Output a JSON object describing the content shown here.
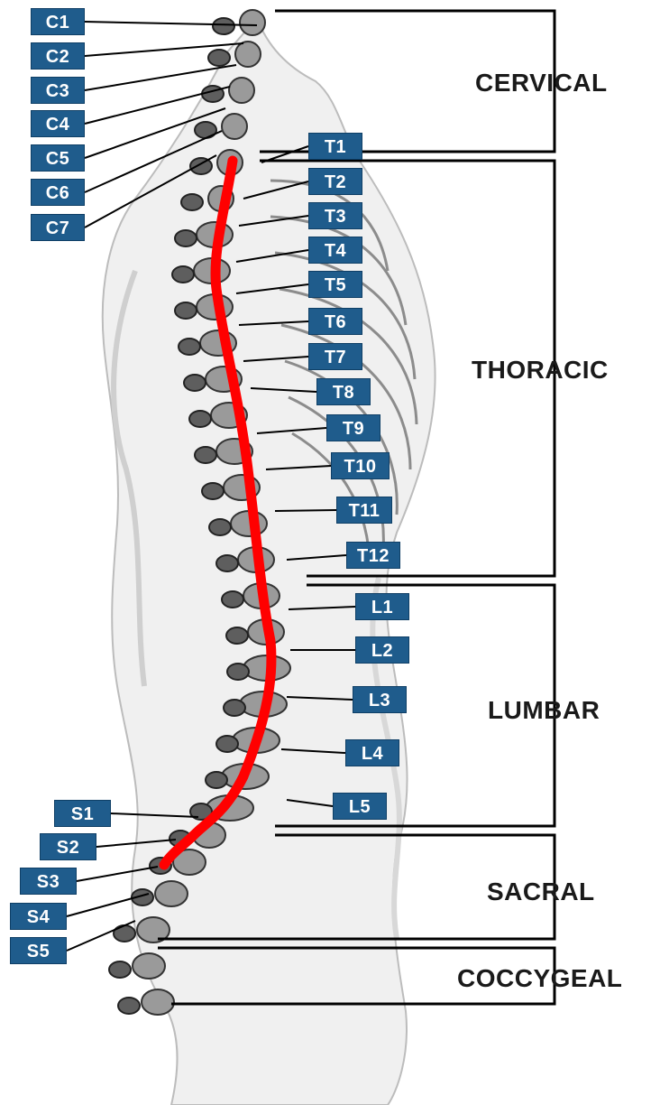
{
  "labels": {
    "cervical": [
      "C1",
      "C2",
      "C3",
      "C4",
      "C5",
      "C6",
      "C7"
    ],
    "thoracic": [
      "T1",
      "T2",
      "T3",
      "T4",
      "T5",
      "T6",
      "T7",
      "T8",
      "T9",
      "T10",
      "T11",
      "T12"
    ],
    "lumbar": [
      "L1",
      "L2",
      "L3",
      "L4",
      "L5"
    ],
    "sacral": [
      "S1",
      "S2",
      "S3",
      "S4",
      "S5"
    ]
  },
  "regions": {
    "cervical": "CERVICAL",
    "thoracic": "THORACIC",
    "lumbar": "LUMBAR",
    "sacral": "SACRAL",
    "coccygeal": "COCCYGEAL"
  },
  "colors": {
    "label_bg": "#1f5c8c",
    "label_text": "#ffffff",
    "spinal_cord": "#ff0000",
    "bracket": "#000000"
  }
}
